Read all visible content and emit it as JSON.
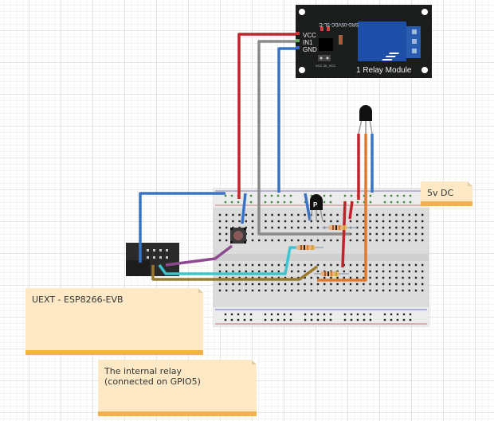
{
  "relay_module": {
    "title": "1 Relay Module",
    "pins": [
      "VCC",
      "IN1",
      "GND"
    ],
    "jumper_label": "VCC JD_VCC",
    "relay_marking": "SRD-05VDC-SL-C",
    "pcb_color": "#1a1d1c",
    "relay_color": "#1e4fa8"
  },
  "transistor": {
    "label": "P"
  },
  "wire_colors": {
    "red": "#c0242a",
    "gray": "#8a8a8a",
    "blue": "#3b73c4",
    "cyan": "#3cc5d1",
    "purple": "#8e4a8f",
    "olive": "#9a7a2a",
    "orange": "#e07a2e"
  },
  "notes": {
    "power": "5v DC",
    "uext": "UEXT - ESP8266-EVB",
    "relay_line1": "The internal relay",
    "relay_line2": "(connected on GPIO5)"
  }
}
